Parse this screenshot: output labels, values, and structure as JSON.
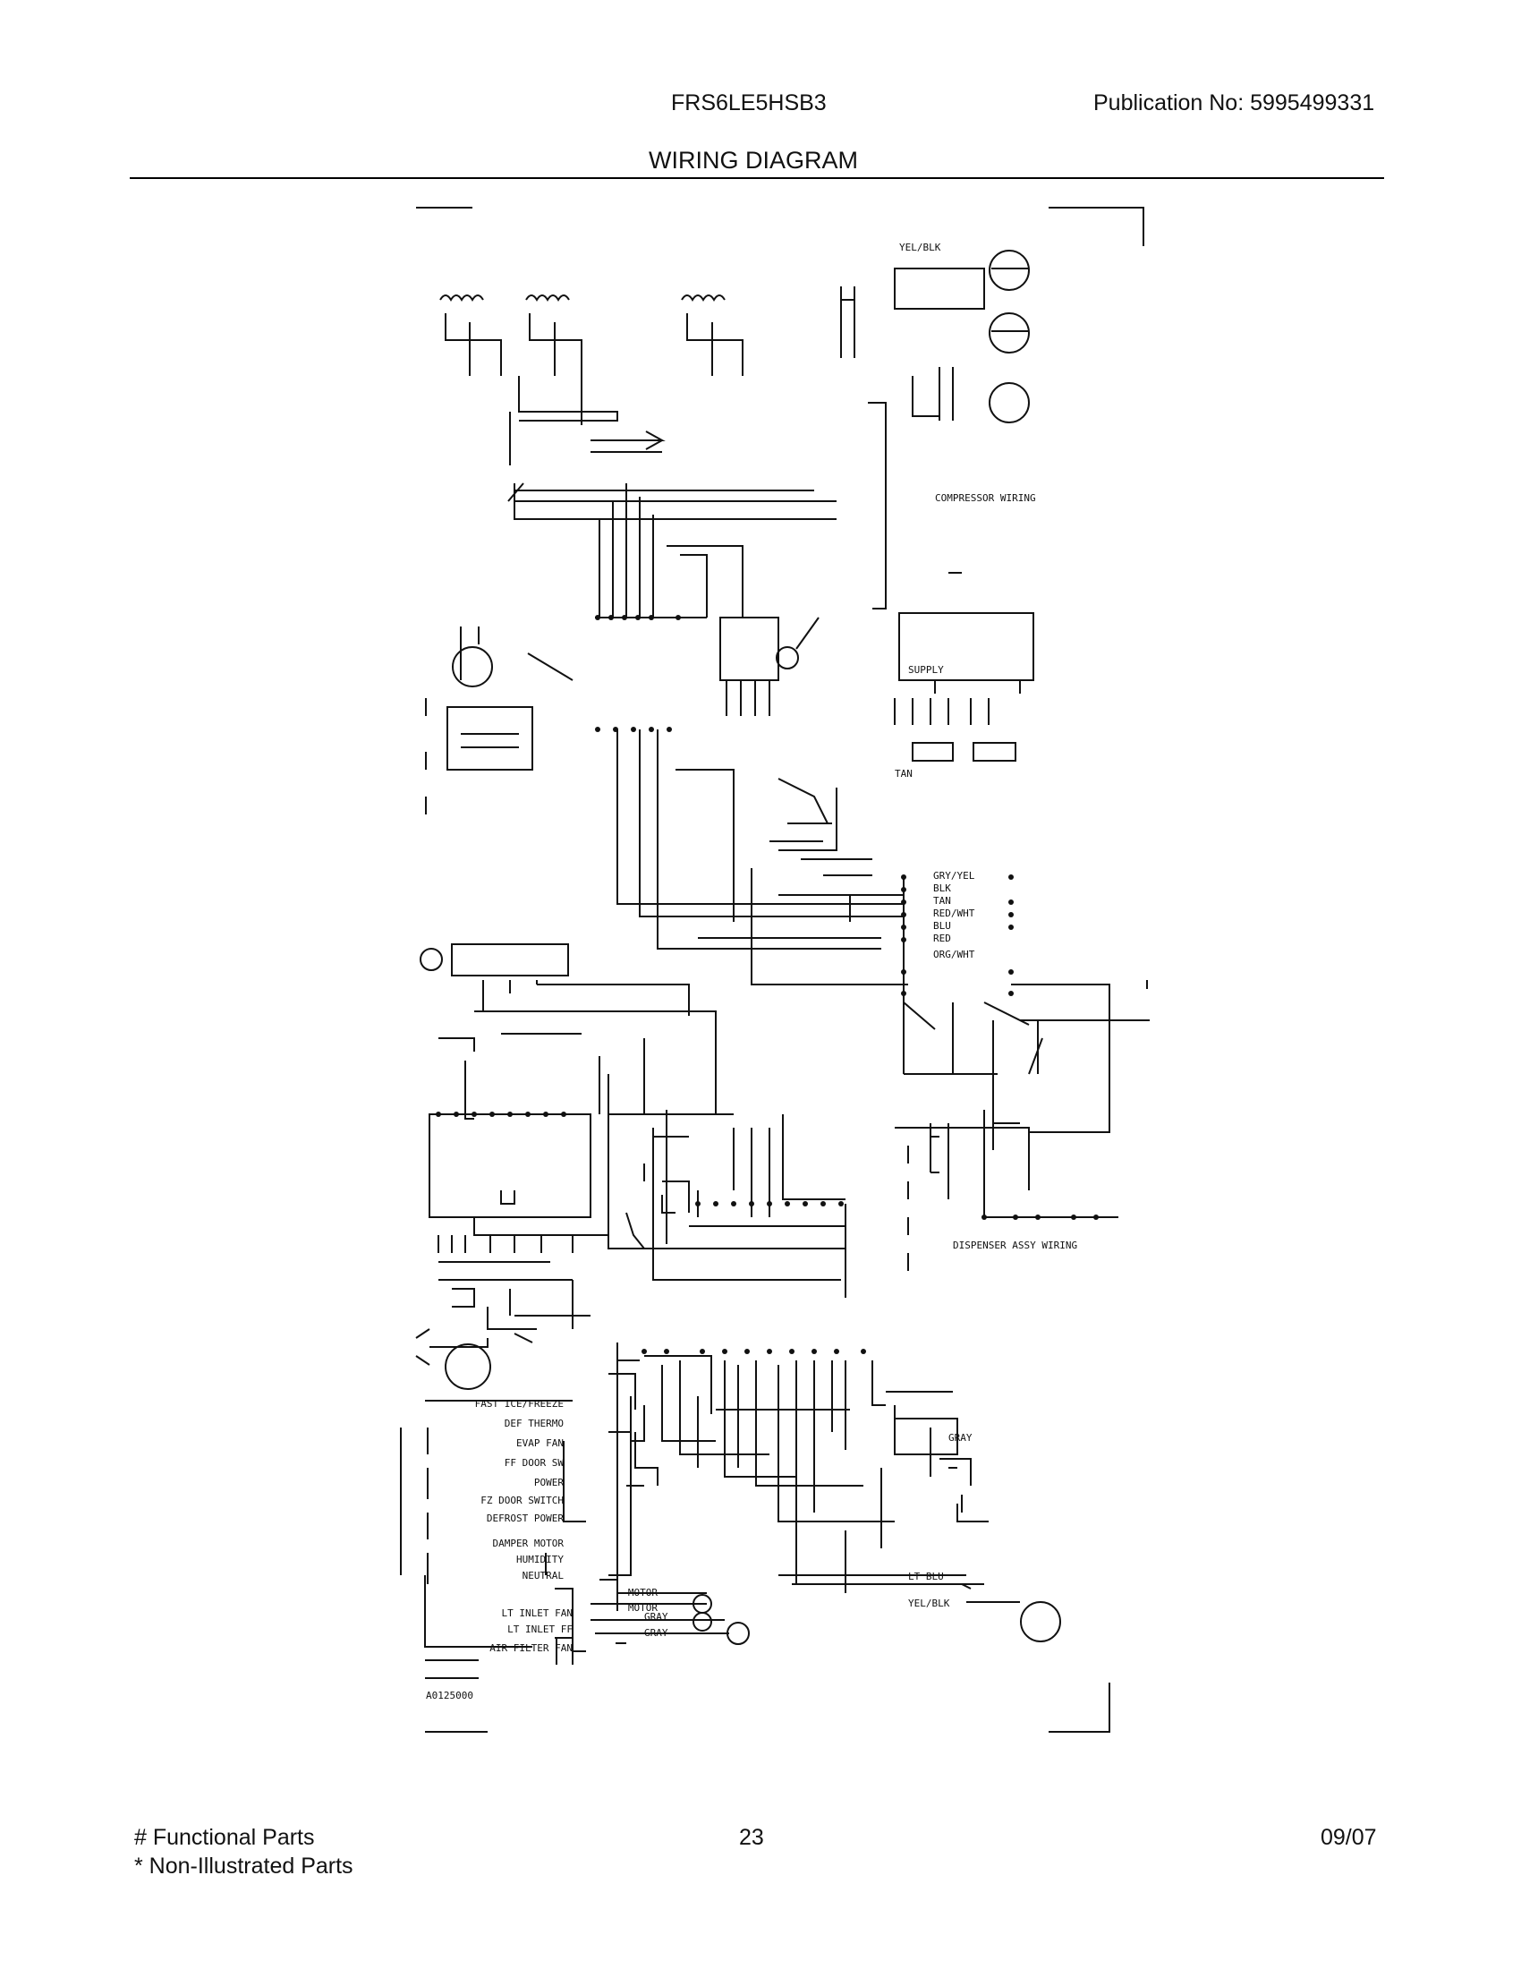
{
  "header": {
    "model": "FRS6LE5HSB3",
    "publication": "Publication No:  5995499331",
    "title": "WIRING DIAGRAM"
  },
  "diagram": {
    "labels": {
      "compressor_wiring": "COMPRESSOR WIRING",
      "supply": "SUPPLY",
      "tan": "TAN",
      "tan_label_cd": "TAN",
      "gry_yel": "GRY/YEL",
      "blk": "BLK",
      "red_wht": "RED/WHT",
      "blu": "BLU",
      "red": "RED",
      "org_wht": "ORG/WHT",
      "gray": "GRAY",
      "gray2": "GRAY",
      "gray3": "GRAY",
      "yel_blk": "YEL/BLK",
      "yel_blk2": "YEL/BLK",
      "lt_blu": "LT BLU",
      "dispenser_assy": "DISPENSER ASSY WIRING",
      "code": "A0125000",
      "fast_ice": "FAST ICE/FREEZE",
      "def_thermo": "DEF THERMO",
      "evap_fan": "EVAP FAN",
      "ff_door_sw": "FF DOOR SW",
      "power": "POWER",
      "fz_door_switch": "FZ DOOR SWITCH",
      "defrost_power": "DEFROST POWER",
      "damper_motor": "DAMPER MOTOR",
      "humidity": "HUMIDITY",
      "neutral": "NEUTRAL",
      "motor": "MOTOR",
      "motor2": "MOTOR",
      "lt_inlet_fan": "LT INLET FAN",
      "lt_inlet_ff": "LT INLET FF",
      "air_filter_fan": "AIR FILTER FAN"
    }
  },
  "footer": {
    "legend_functional": "# Functional Parts",
    "legend_non_illustrated": "* Non-Illustrated Parts",
    "page_number": "23",
    "date": "09/07"
  }
}
